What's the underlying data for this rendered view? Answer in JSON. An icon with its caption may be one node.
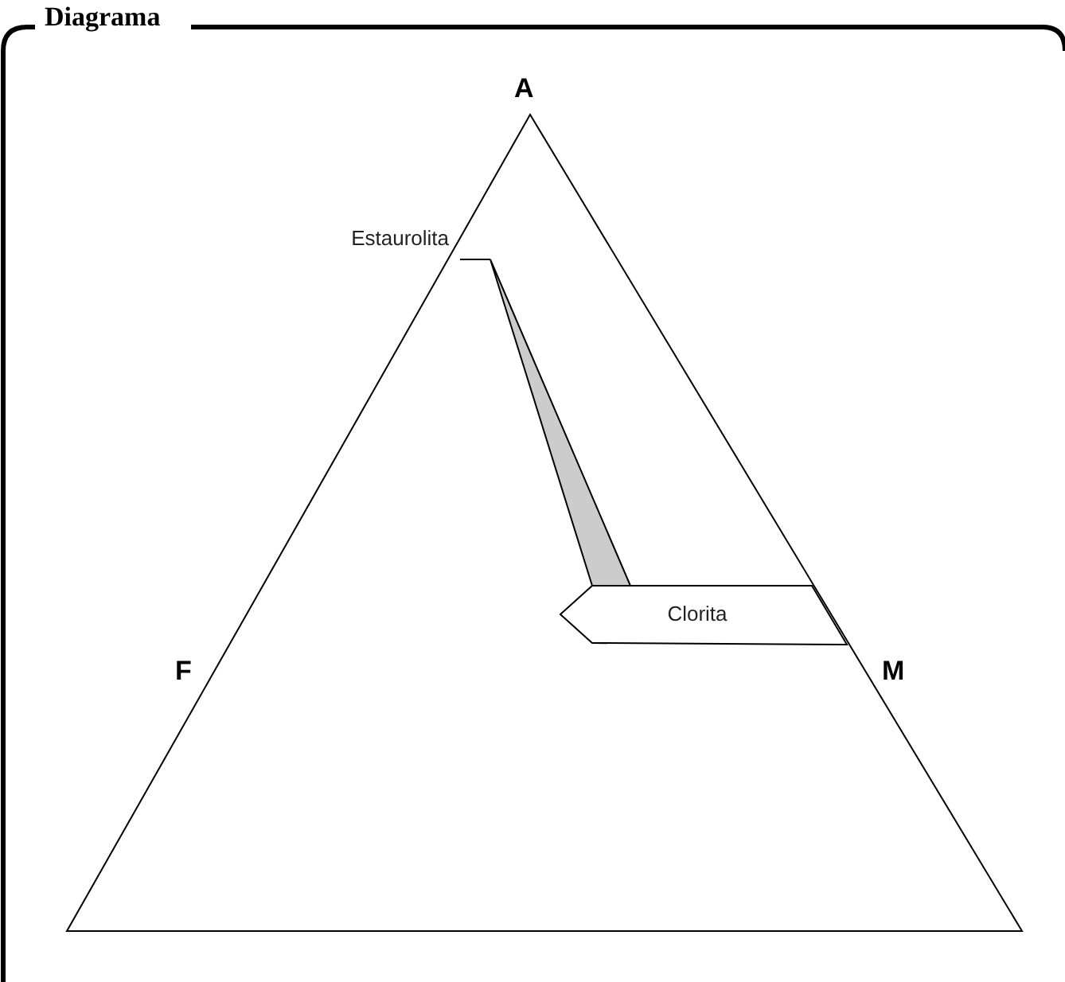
{
  "diagram": {
    "title": "Diagrama",
    "nodes": [
      {
        "text": [
          "Clorita"
        ]
      }
    ],
    "edges": [],
    "labels": [
      "A",
      "Estaurolita",
      "F",
      "M"
    ]
  }
}
